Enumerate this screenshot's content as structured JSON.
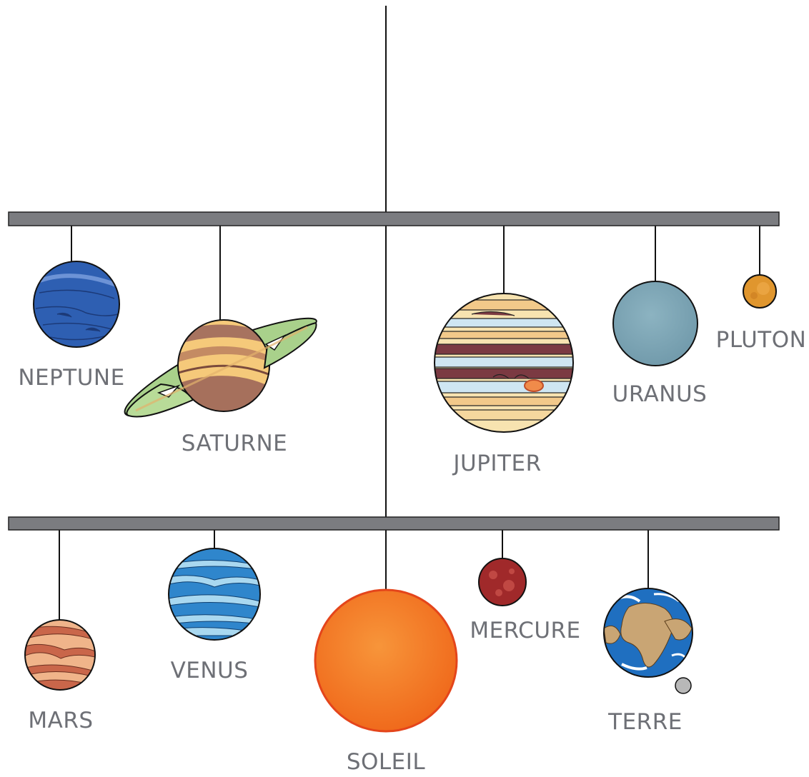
{
  "planets": {
    "neptune": {
      "label": "NEPTUNE",
      "color": "#2e5fb2"
    },
    "saturn": {
      "label": "SATURNE",
      "color": "#f5c97a"
    },
    "jupiter": {
      "label": "JUPITER",
      "color": "#f7e3b0"
    },
    "uranus": {
      "label": "URANUS",
      "color": "#7fa7b7"
    },
    "pluto": {
      "label": "PLUTON",
      "color": "#e0962e"
    },
    "mars": {
      "label": "MARS",
      "color": "#e8a276"
    },
    "venus": {
      "label": "VENUS",
      "color": "#2f86cc"
    },
    "sun": {
      "label": "SOLEIL",
      "color": "#f37521"
    },
    "mercury": {
      "label": "MERCURE",
      "color": "#a0292a"
    },
    "earth": {
      "label": "TERRE",
      "color": "#1f6fc0"
    }
  },
  "colors": {
    "bar": "#7b7c80",
    "string": "#111111",
    "label": "#6e7076"
  }
}
